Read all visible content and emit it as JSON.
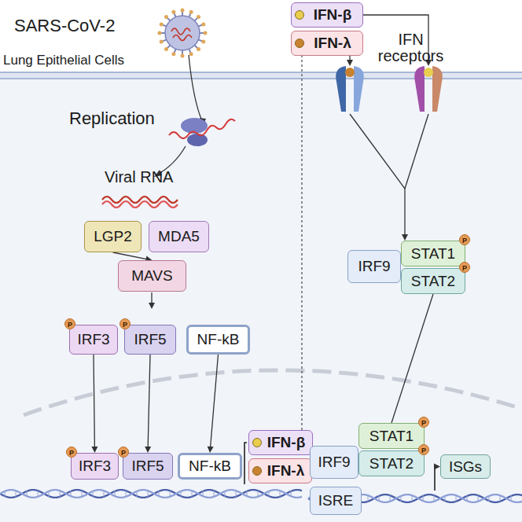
{
  "diagram": {
    "nodes": [
      {
        "text": [
          "IFN-β"
        ]
      },
      {
        "text": [
          "IFN-λ"
        ]
      },
      {
        "text": [
          "LGP2"
        ]
      },
      {
        "text": [
          "MDA5"
        ]
      },
      {
        "text": [
          "MAVS"
        ]
      },
      {
        "text": [
          "IRF3"
        ]
      },
      {
        "text": [
          "IRF5"
        ]
      },
      {
        "text": [
          "NF-kB"
        ]
      },
      {
        "text": [
          "IRF3"
        ]
      },
      {
        "text": [
          "IRF5"
        ]
      },
      {
        "text": [
          "NF-kB"
        ]
      },
      {
        "text": [
          "IFN-β"
        ]
      },
      {
        "text": [
          "IFN-λ"
        ]
      },
      {
        "text": [
          "STAT1"
        ]
      },
      {
        "text": [
          "STAT2"
        ]
      },
      {
        "text": [
          "IRF9"
        ]
      },
      {
        "text": [
          "STAT1"
        ]
      },
      {
        "text": [
          "STAT2"
        ]
      },
      {
        "text": [
          "IRF9"
        ]
      },
      {
        "text": [
          "ISGs"
        ]
      },
      {
        "text": [
          "ISRE"
        ]
      }
    ],
    "edges": [
      {
        "from": 2,
        "to": 4,
        "arrow": "to"
      },
      {
        "from": 5,
        "to": 8,
        "arrow": "to"
      },
      {
        "from": 6,
        "to": 9,
        "arrow": "to"
      },
      {
        "from": 7,
        "to": 10,
        "arrow": "to"
      },
      {
        "from": 11,
        "to": 1,
        "arrow": "none"
      },
      {
        "from": 14,
        "to": 16,
        "arrow": "none"
      }
    ],
    "labels": [
      "SARS-CoV-2",
      "Lung Epithelial Cells",
      "Replication",
      "Viral RNA",
      "IFN receptors",
      "P",
      "P",
      "P",
      "P",
      "P",
      "P",
      "P",
      "P"
    ]
  }
}
